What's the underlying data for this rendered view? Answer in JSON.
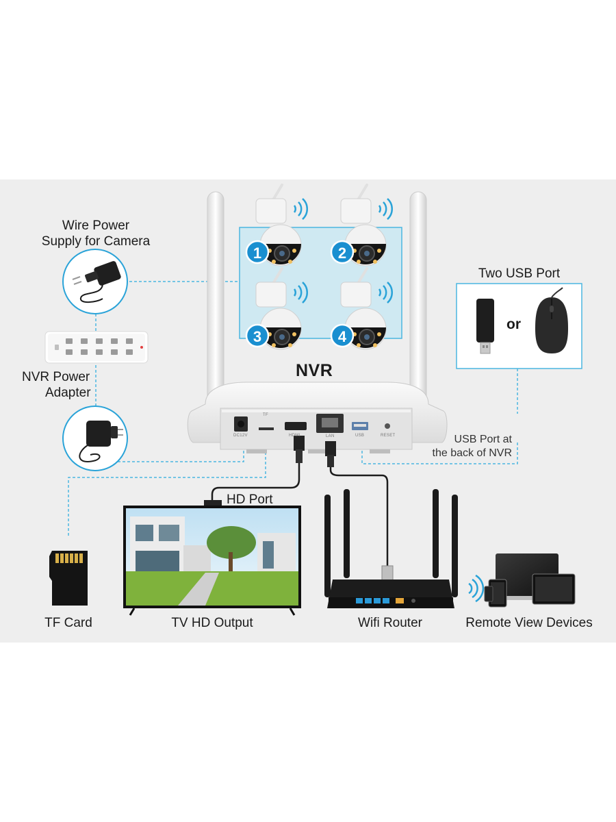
{
  "labels": {
    "wire_power": "Wire Power",
    "supply_for_camera": "Supply for Camera",
    "nvr_power": "NVR Power",
    "adapter": "Adapter",
    "nvr": "NVR",
    "two_usb_port": "Two USB Port",
    "or": "or",
    "usb_port_at": "USB Port at",
    "back_of_nvr": "the back of NVR",
    "hd_port": "HD Port",
    "tf_card": "TF Card",
    "tv_hd_output": "TV HD Output",
    "wifi_router": "Wifi Router",
    "remote_view_devices": "Remote View Devices"
  },
  "cameras": [
    "1",
    "2",
    "3",
    "4"
  ],
  "nvr_ports": [
    "DC12V",
    "TF",
    "HDMI",
    "LAN",
    "USB",
    "RESET"
  ],
  "colors": {
    "panel_bg": "#eeeeee",
    "accent_blue": "#2aa3d8",
    "camera_box": "#cfe9f2",
    "camera_badge": "#1a8fd0",
    "dashed_line": "#4ab6e0",
    "cable": "#1c1c1c"
  },
  "icons": [
    "power-adapter-icon",
    "power-strip-icon",
    "usb-dongle-icon",
    "mouse-icon",
    "tf-card-icon",
    "tv-icon",
    "router-icon",
    "laptop-icon",
    "tablet-icon",
    "phone-icon",
    "wifi-signal-icon"
  ]
}
